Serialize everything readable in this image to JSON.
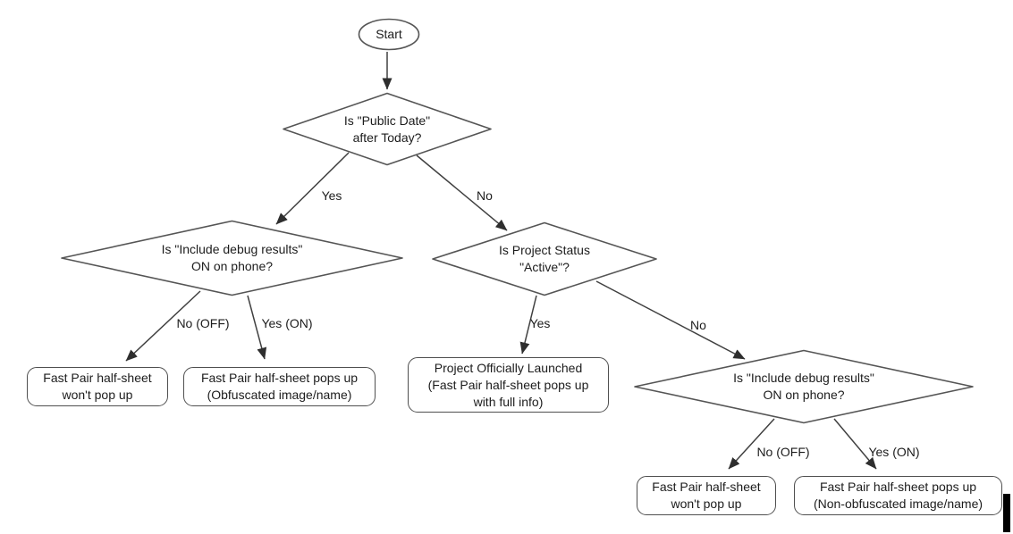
{
  "flowchart": {
    "description": "Fast Pair half-sheet decision flowchart",
    "colors": {
      "background": "#ffffff",
      "shape_fill": "#ffffff",
      "shape_stroke": "#555555",
      "arrow_stroke": "#404040",
      "text": "#1c1c1c"
    },
    "nodes": {
      "start": {
        "type": "terminator",
        "label": "Start"
      },
      "decision_public_date": {
        "type": "decision",
        "label": "Is \"Public Date\"\nafter Today?"
      },
      "decision_debug_left": {
        "type": "decision",
        "label": "Is \"Include debug results\"\nON on phone?"
      },
      "decision_project_status": {
        "type": "decision",
        "label": "Is Project Status\n\"Active\"?"
      },
      "decision_debug_right": {
        "type": "decision",
        "label": "Is \"Include debug results\"\nON on phone?"
      },
      "outcome_wont_popup_left": {
        "type": "outcome",
        "label": "Fast Pair half-sheet\nwon't pop up"
      },
      "outcome_obfuscated": {
        "type": "outcome",
        "label": "Fast Pair half-sheet pops up\n(Obfuscated image/name)"
      },
      "outcome_launched": {
        "type": "outcome",
        "label": "Project Officially Launched\n(Fast Pair half-sheet pops up\nwith full info)"
      },
      "outcome_wont_popup_right": {
        "type": "outcome",
        "label": "Fast Pair half-sheet\nwon't pop up"
      },
      "outcome_non_obfuscated": {
        "type": "outcome",
        "label": "Fast Pair half-sheet pops up\n(Non-obfuscated image/name)"
      }
    },
    "edges": [
      {
        "from": "start",
        "to": "decision_public_date",
        "label": ""
      },
      {
        "from": "decision_public_date",
        "to": "decision_debug_left",
        "label": "Yes"
      },
      {
        "from": "decision_public_date",
        "to": "decision_project_status",
        "label": "No"
      },
      {
        "from": "decision_debug_left",
        "to": "outcome_wont_popup_left",
        "label": "No (OFF)"
      },
      {
        "from": "decision_debug_left",
        "to": "outcome_obfuscated",
        "label": "Yes (ON)"
      },
      {
        "from": "decision_project_status",
        "to": "outcome_launched",
        "label": "Yes"
      },
      {
        "from": "decision_project_status",
        "to": "decision_debug_right",
        "label": "No"
      },
      {
        "from": "decision_debug_right",
        "to": "outcome_wont_popup_right",
        "label": "No (OFF)"
      },
      {
        "from": "decision_debug_right",
        "to": "outcome_non_obfuscated",
        "label": "Yes (ON)"
      }
    ]
  }
}
